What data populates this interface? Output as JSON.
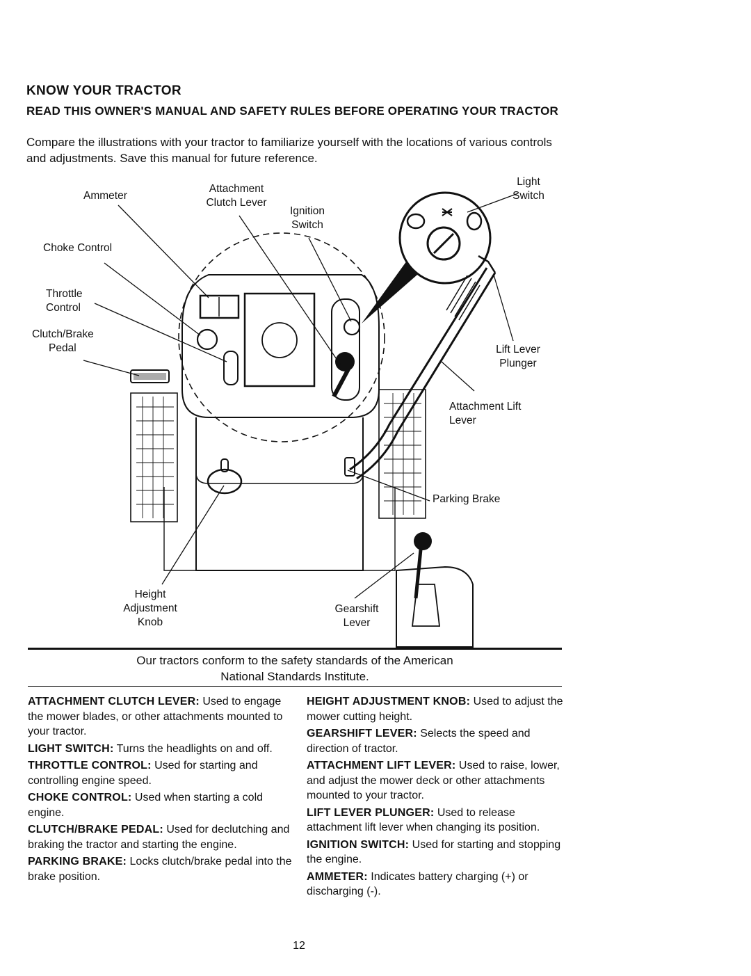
{
  "header": {
    "title": "KNOW YOUR TRACTOR",
    "subtitle": "READ THIS OWNER'S MANUAL AND SAFETY RULES BEFORE OPERATING YOUR TRACTOR",
    "intro": "Compare the illustrations with your tractor to familiarize yourself with the locations of various controls and adjustments. Save this manual for future reference."
  },
  "diagram": {
    "labels": {
      "ammeter": "Ammeter",
      "attachment_clutch_lever": [
        "Attachment",
        "Clutch Lever"
      ],
      "ignition_switch": [
        "Ignition",
        "Switch"
      ],
      "light_switch": [
        "Light",
        "Switch"
      ],
      "choke_control": "Choke Control",
      "throttle_control": [
        "Throttle",
        "Control"
      ],
      "clutch_brake_pedal": [
        "Clutch/Brake",
        "Pedal"
      ],
      "lift_lever_plunger": [
        "Lift Lever",
        "Plunger"
      ],
      "attachment_lift_lever": [
        "Attachment Lift",
        "Lever"
      ],
      "parking_brake": "Parking Brake",
      "height_adjustment_knob": [
        "Height",
        "Adjustment",
        "Knob"
      ],
      "gearshift_lever": [
        "Gearshift",
        "Lever"
      ]
    }
  },
  "conform_note": [
    "Our tractors conform to the safety standards of the American",
    "National Standards Institute."
  ],
  "descriptions": {
    "left": [
      {
        "term": "ATTACHMENT CLUTCH LEVER:",
        "text": "Used to engage the mower blades, or other attachments mounted to your tractor."
      },
      {
        "term": "LIGHT SWITCH:",
        "text": "Turns the headlights on and off."
      },
      {
        "term": "THROTTLE CONTROL:",
        "text": "Used for starting and controlling engine speed."
      },
      {
        "term": "CHOKE CONTROL:",
        "text": "Used when starting a cold engine."
      },
      {
        "term": "CLUTCH/BRAKE PEDAL:",
        "text": "Used for declutching and braking the tractor and starting the engine."
      },
      {
        "term": "PARKING BRAKE:",
        "text": "Locks clutch/brake pedal into the brake position."
      }
    ],
    "right": [
      {
        "term": "HEIGHT ADJUSTMENT KNOB:",
        "text": "Used to adjust the mower cutting height."
      },
      {
        "term": "GEARSHIFT LEVER:",
        "text": "Selects the speed and direction of tractor."
      },
      {
        "term": "ATTACHMENT LIFT LEVER:",
        "text": "Used to raise, lower, and adjust the mower deck or other attachments mounted to your tractor."
      },
      {
        "term": "LIFT LEVER PLUNGER:",
        "text": "Used to release attachment lift lever when changing its position."
      },
      {
        "term": "IGNITION SWITCH:",
        "text": "Used for starting and stopping the engine."
      },
      {
        "term": "AMMETER:",
        "text": "Indicates battery charging (+) or discharging (-)."
      }
    ]
  },
  "page_number": "12"
}
